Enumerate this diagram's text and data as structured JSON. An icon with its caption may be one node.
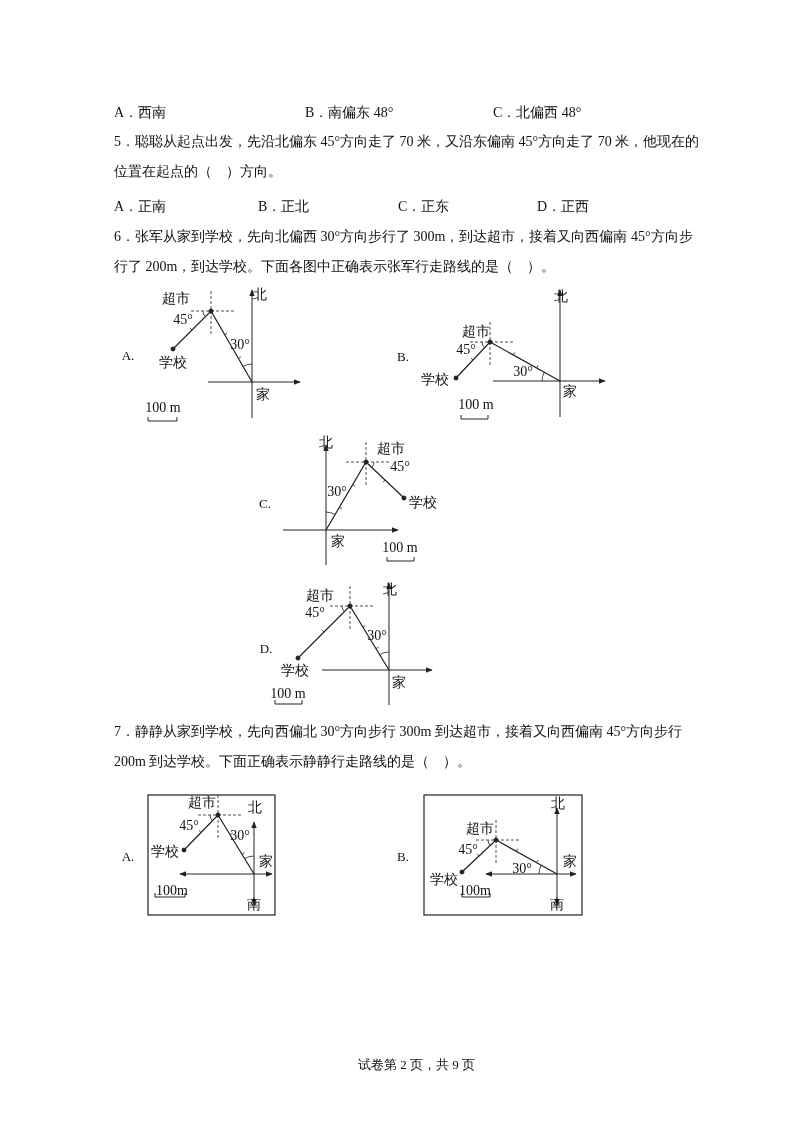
{
  "diagram": {
    "labels": [
      "A．西南",
      "B．南偏东 48°",
      "C．北偏西 48°",
      "5．聪聪从起点出发，先沿北偏东 45°方向走了 70 米，又沿东偏南 45°方向走了 70 米，他现在的位置在起点的（　）方向。",
      "A．正南",
      "B．正北",
      "C．正东",
      "D．正西",
      "6．张军从家到学校，先向北偏西 30°方向步行了 300m，到达超市，接着又向西偏南 45°方向步行了 200m，到达学校。下面各图中正确表示张军行走路线的是（　）。",
      "A.",
      "超市",
      "北",
      "45°",
      "30°",
      "学校",
      "家",
      "100 m",
      "B.",
      "超市",
      "北",
      "45°",
      "30°",
      "学校",
      "家",
      "100 m",
      "C.",
      "超市",
      "北",
      "45°",
      "30°",
      "学校",
      "家",
      "100 m",
      "D.",
      "超市",
      "北",
      "45°",
      "30°",
      "学校",
      "家",
      "100 m",
      "7．静静从家到学校，先向西偏北 30°方向步行 300m 到达超市，接着又向西偏南 45°方向步行 200m 到达学校。下面正确表示静静行走路线的是（　）。",
      "A.",
      "超市",
      "北",
      "45°",
      "30°",
      "学校",
      "家",
      "100m",
      "南",
      "B.",
      "超市",
      "北",
      "45°",
      "30°",
      "学校",
      "家",
      "100m",
      "南",
      "试卷第 2 页，共 9 页"
    ]
  }
}
